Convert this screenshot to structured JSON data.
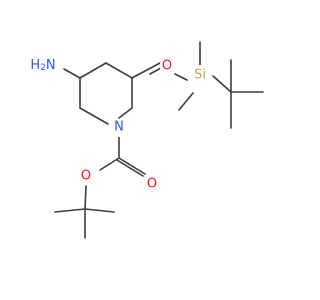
{
  "molecule": {
    "labels": {
      "amine": "H2N",
      "ether_oxygen": "O",
      "silicon": "Si",
      "ring_nitrogen": "N",
      "carbonyl_oxygen": "O",
      "ester_oxygen": "O"
    },
    "colors": {
      "bond": "#3d3d3d",
      "nitrogen": "#3050f8",
      "oxygen": "#ff0d0d",
      "silicon": "#c8a050"
    }
  }
}
